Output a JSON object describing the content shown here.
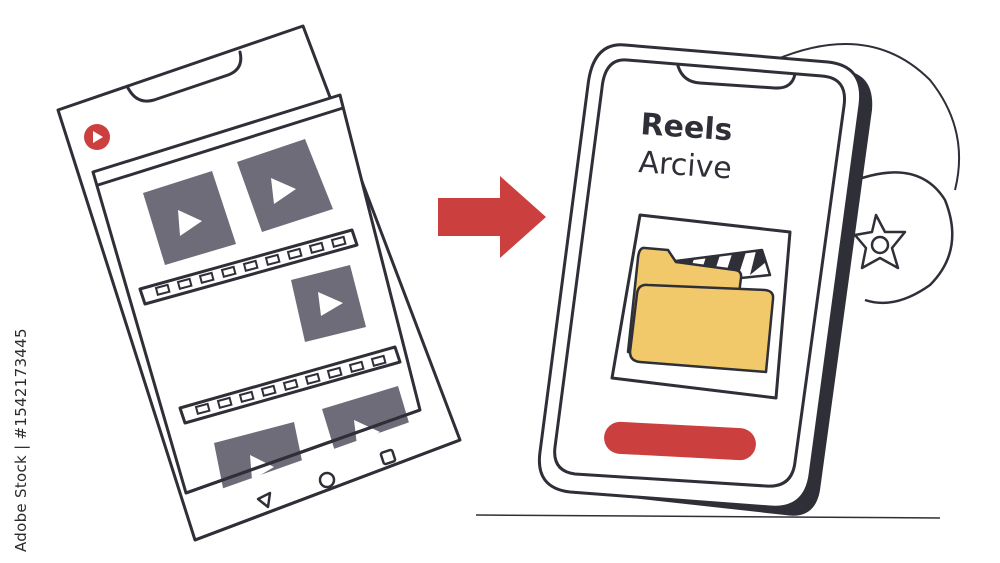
{
  "archive_phone": {
    "title": "Reels",
    "subtitle": "Arcive"
  },
  "side_watermark": "Adobe Stock | #1542173445",
  "colors": {
    "accent_red": "#cc3f3f",
    "thumbnail_gray": "#6e6c78",
    "outline_dark": "#2f2f38",
    "folder_yellow": "#f2c96a"
  },
  "icons": {
    "play": "play-icon",
    "nav_back": "back-triangle-icon",
    "nav_home": "home-circle-icon",
    "nav_recent": "recent-square-icon",
    "folder": "folder-icon",
    "clapperboard": "clapperboard-icon",
    "arrow": "right-arrow-icon"
  }
}
